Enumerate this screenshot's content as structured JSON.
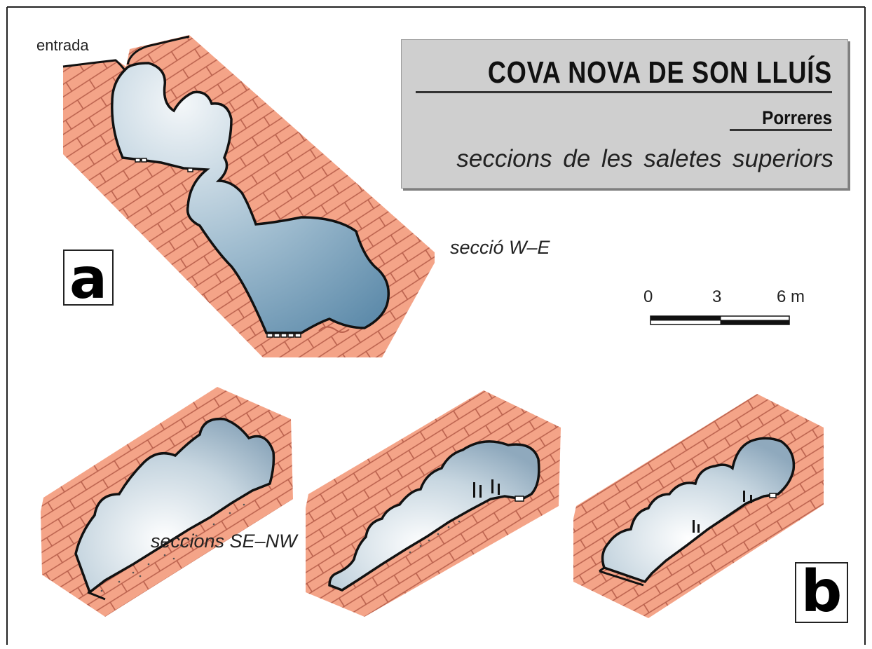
{
  "title": {
    "main": "COVA NOVA DE SON LLUÍS",
    "place": "Porreres",
    "description": "seccions de les saletes superiors"
  },
  "labels": {
    "entrance": "entrada",
    "section_we": "secció W–E",
    "sections_se_nw": "seccions SE–NW",
    "panel_a": "a",
    "panel_b": "b"
  },
  "scale_bar": {
    "ticks": [
      "0",
      "3",
      "6 m"
    ]
  },
  "colors": {
    "rock": "#f4a488",
    "rock_lines": "#b9604c",
    "cave_outline": "#111111",
    "cave_fill_light": "#f3f6f8",
    "cave_fill_dark": "#6f98b4",
    "title_box": "#cfcfcf"
  }
}
